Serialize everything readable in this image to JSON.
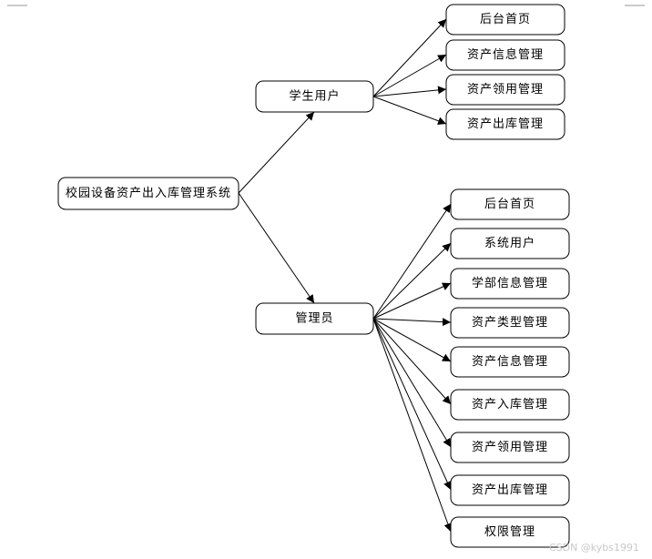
{
  "root": {
    "label": "校园设备资产出入库管理系统"
  },
  "roles": [
    {
      "label": "学生用户",
      "children": [
        "后台首页",
        "资产信息管理",
        "资产领用管理",
        "资产出库管理"
      ]
    },
    {
      "label": "管理员",
      "children": [
        "后台首页",
        "系统用户",
        "学部信息管理",
        "资产类型管理",
        "资产信息管理",
        "资产入库管理",
        "资产领用管理",
        "资产出库管理",
        "权限管理"
      ]
    }
  ],
  "watermark": "CSDN @kybs1991"
}
